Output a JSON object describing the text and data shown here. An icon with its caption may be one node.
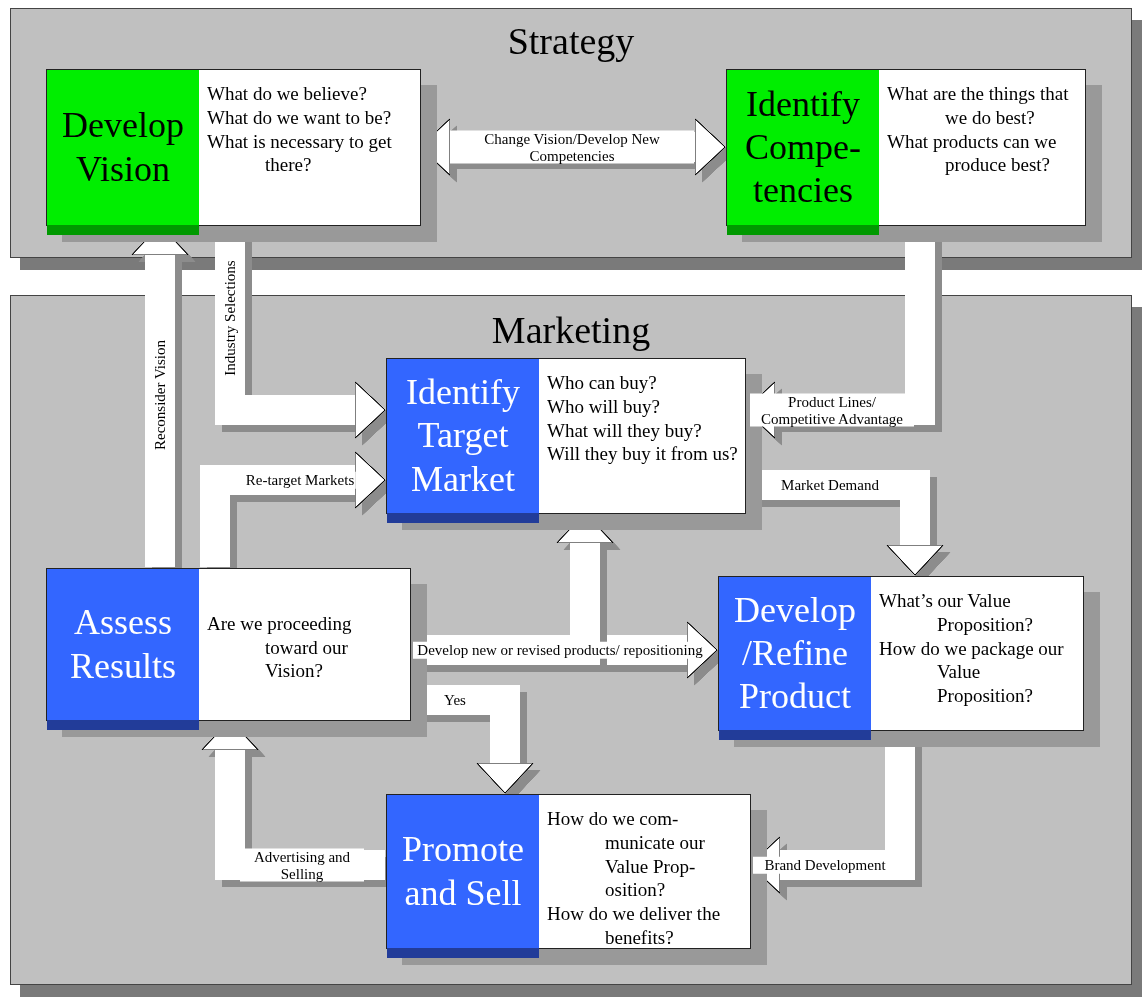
{
  "diagram": {
    "nodes": [
      {
        "text": [
          "Strategy"
        ]
      },
      {
        "text": [
          "Develop Vision",
          "What do we believe?",
          "What do we want to be?",
          "What is necessary to get there?"
        ],
        "in": 0
      },
      {
        "text": [
          "Identify Compe- tencies",
          "What are the things that we do best?",
          "What products can we produce best?"
        ],
        "in": 0
      },
      {
        "text": [
          "Marketing"
        ]
      },
      {
        "text": [
          "Identify Target Market",
          "Who can buy?",
          "Who will buy?",
          "What will they buy?",
          "Will they buy it from us?"
        ],
        "in": 3
      },
      {
        "text": [
          "Assess Results",
          "Are we proceeding toward our Vision?"
        ],
        "in": 3
      },
      {
        "text": [
          "Develop /Refine Product",
          "What’s our Value Proposition?",
          "How do we package our Value Proposition?"
        ],
        "in": 3
      },
      {
        "text": [
          "Promote and Sell",
          "How do we com- municate our Value Prop- osition?",
          "How do we deliver the benefits?"
        ],
        "in": 3
      }
    ],
    "edges": [
      {
        "from": 1,
        "to": 2,
        "arrow": "both",
        "label": "Change Vision/Develop New Competencies"
      },
      {
        "from": 1,
        "to": 4,
        "arrow": "to",
        "label": "Industry Selections"
      },
      {
        "from": 2,
        "to": 4,
        "arrow": "to",
        "label": "Product Lines/ Competitive Advantage"
      },
      {
        "from": 4,
        "to": 6,
        "arrow": "to",
        "label": "Market Demand"
      },
      {
        "from": 5,
        "to": 1,
        "arrow": "to",
        "label": "Reconsider Vision"
      },
      {
        "from": 5,
        "to": 4,
        "arrow": "to",
        "label": "Re-target Markets"
      },
      {
        "from": 5,
        "to": 6,
        "arrow": "to",
        "label": "Develop new or revised products/ repositioning"
      },
      {
        "from": 5,
        "to": 4,
        "arrow": "to"
      },
      {
        "from": 5,
        "to": 7,
        "arrow": "to",
        "label": "Yes"
      },
      {
        "from": 7,
        "to": 5,
        "arrow": "to",
        "label": "Advertising and Selling"
      },
      {
        "from": 6,
        "to": 7,
        "arrow": "to",
        "label": "Brand Development"
      }
    ]
  }
}
